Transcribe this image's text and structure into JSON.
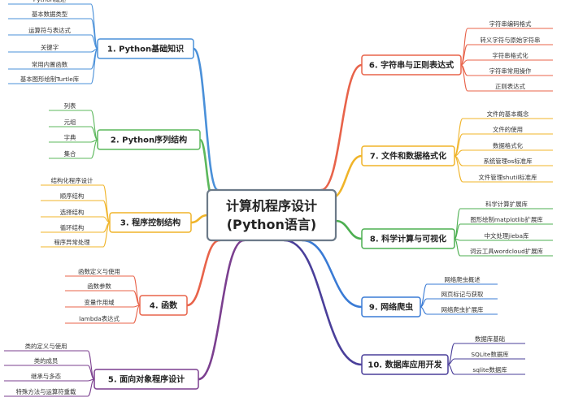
{
  "center": {
    "line1": "计算机程序设计",
    "line2": "(Python语言)"
  },
  "colors": {
    "b1": "#4a90d9",
    "b2": "#5cb85c",
    "b3": "#f0b429",
    "b4": "#e8634a",
    "b5": "#7b3f8f",
    "b6": "#e8634a",
    "b7": "#f0b429",
    "b8": "#4caf50",
    "b9": "#3a7bd5",
    "b10": "#4a3f9a",
    "center_border": "#6c7a89"
  },
  "branches": [
    {
      "id": "b1",
      "label": "1. Python基础知识",
      "leaves": [
        "Python概述",
        "基本数据类型",
        "运算符与表达式",
        "关键字",
        "常用内置函数",
        "基本图形绘制Turtle库"
      ]
    },
    {
      "id": "b2",
      "label": "2. Python序列结构",
      "leaves": [
        "列表",
        "元组",
        "字典",
        "集合"
      ]
    },
    {
      "id": "b3",
      "label": "3. 程序控制结构",
      "leaves": [
        "结构化程序设计",
        "顺序结构",
        "选择结构",
        "循环结构",
        "程序异常处理"
      ]
    },
    {
      "id": "b4",
      "label": "4. 函数",
      "leaves": [
        "函数定义与使用",
        "函数参数",
        "变量作用域",
        "lambda表达式"
      ]
    },
    {
      "id": "b5",
      "label": "5. 面向对象程序设计",
      "leaves": [
        "类的定义与使用",
        "类的成员",
        "继承与多态",
        "特殊方法与运算符重载"
      ]
    },
    {
      "id": "b6",
      "label": "6. 字符串与正则表达式",
      "leaves": [
        "字符串编码格式",
        "转义字符与原始字符串",
        "字符串格式化",
        "字符串常用操作",
        "正则表达式"
      ]
    },
    {
      "id": "b7",
      "label": "7. 文件和数据格式化",
      "leaves": [
        "文件的基本概念",
        "文件的使用",
        "数据格式化",
        "系统管理os标准库",
        "文件管理shutil标准库"
      ]
    },
    {
      "id": "b8",
      "label": "8. 科学计算与可视化",
      "leaves": [
        "科学计算扩展库",
        "图形绘制matplotlib扩展库",
        "中文处理jieba库",
        "词云工具wordcloud扩展库"
      ]
    },
    {
      "id": "b9",
      "label": "9. 网络爬虫",
      "leaves": [
        "网络爬虫概述",
        "网页标记与获取",
        "网络爬虫扩展库"
      ]
    },
    {
      "id": "b10",
      "label": "10. 数据库应用开发",
      "leaves": [
        "数据库基础",
        "SQLite数据库",
        "sqlite数据库"
      ]
    }
  ]
}
